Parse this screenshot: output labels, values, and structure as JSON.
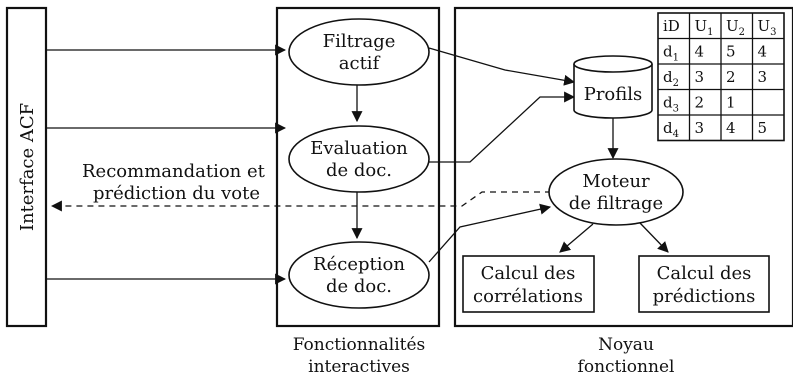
{
  "interface_label": "Interface ACF",
  "feedback_label": [
    "Recommandation et",
    "prédiction du vote"
  ],
  "nodes": {
    "filtrage_actif": [
      "Filtrage",
      "actif"
    ],
    "evaluation": [
      "Evaluation",
      "de doc."
    ],
    "reception": [
      "Réception",
      "de doc."
    ],
    "profils": "Profils",
    "moteur": [
      "Moteur",
      "de filtrage"
    ],
    "correlations": [
      "Calcul des",
      "corrélations"
    ],
    "predictions": [
      "Calcul des",
      "prédictions"
    ]
  },
  "captions": {
    "interactive": [
      "Fonctionnalités",
      "interactives"
    ],
    "noyau": [
      "Noyau",
      "fonctionnel"
    ]
  },
  "table": {
    "header": [
      {
        "base": "iD",
        "sub": ""
      },
      {
        "base": "U",
        "sub": "1"
      },
      {
        "base": "U",
        "sub": "2"
      },
      {
        "base": "U",
        "sub": "3"
      }
    ],
    "rows": [
      [
        {
          "base": "d",
          "sub": "1"
        },
        "4",
        "5",
        "4"
      ],
      [
        {
          "base": "d",
          "sub": "2"
        },
        "3",
        "2",
        "3"
      ],
      [
        {
          "base": "d",
          "sub": "3"
        },
        "2",
        "1",
        ""
      ],
      [
        {
          "base": "d",
          "sub": "4"
        },
        "3",
        "4",
        "5"
      ]
    ]
  }
}
